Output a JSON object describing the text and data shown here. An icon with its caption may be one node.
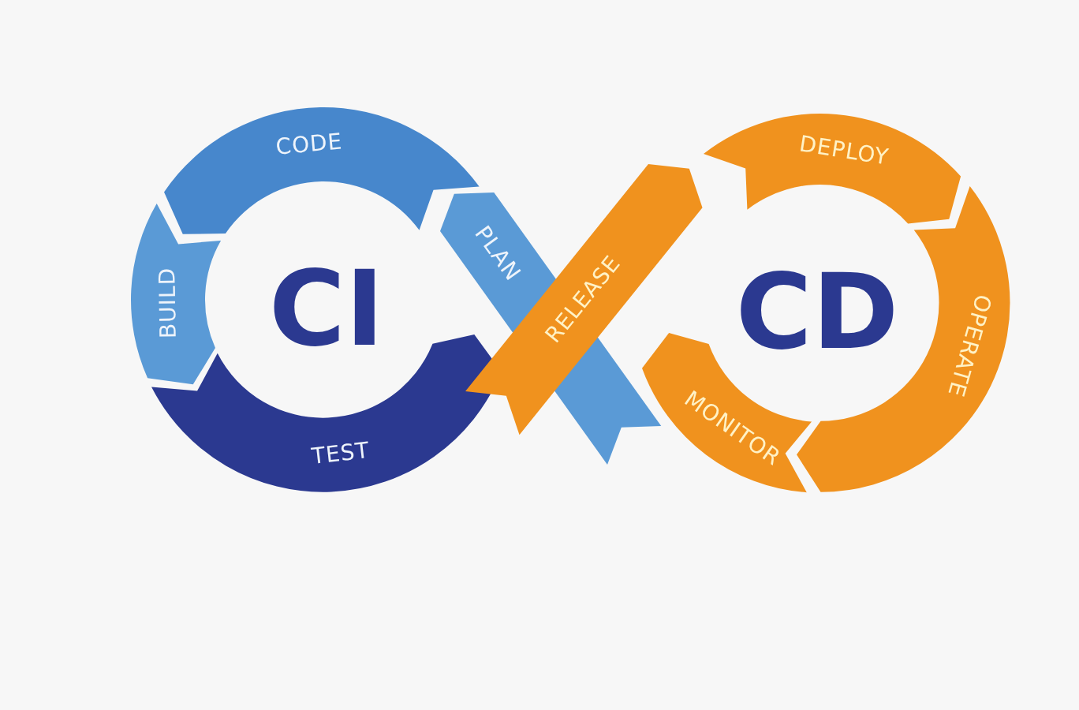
{
  "diagram": {
    "nodes": [
      {
        "text": [
          "CODE"
        ]
      },
      {
        "text": [
          "BUILD"
        ]
      },
      {
        "text": [
          "TEST"
        ]
      },
      {
        "text": [
          "PLAN"
        ]
      },
      {
        "text": [
          "RELEASE"
        ]
      },
      {
        "text": [
          "DEPLOY"
        ]
      },
      {
        "text": [
          "OPERATE"
        ]
      },
      {
        "text": [
          "MONITOR"
        ]
      }
    ],
    "labels": [
      "CI",
      "CD"
    ]
  }
}
